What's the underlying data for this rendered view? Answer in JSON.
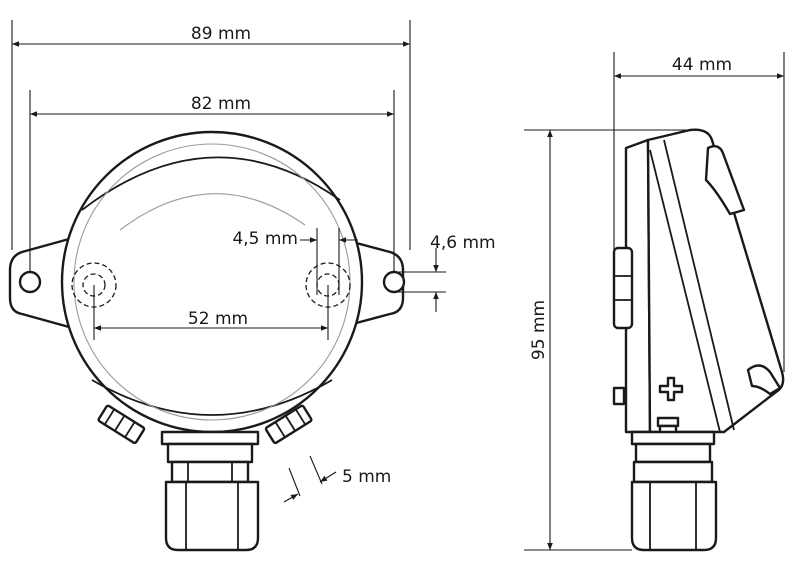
{
  "front_view": {
    "width_overall": "89 mm",
    "width_mounting": "82 mm",
    "hole_spacing": "52 mm",
    "hole_diameter": "4,5 mm",
    "slot_height": "4,6 mm",
    "hose_nozzle": "5 mm"
  },
  "side_view": {
    "depth": "44 mm",
    "height": "95 mm"
  }
}
